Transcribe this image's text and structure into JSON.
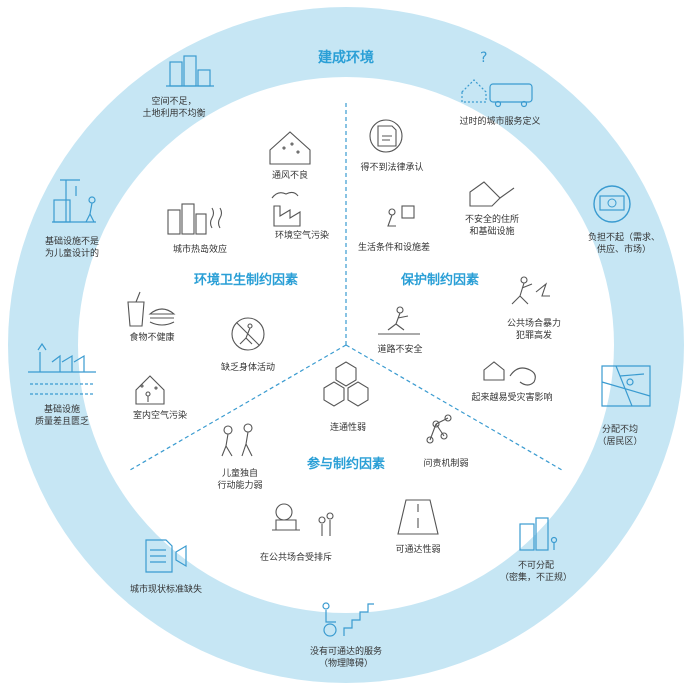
{
  "title": "建成环境",
  "sections": {
    "environment": "环境卫生制约因素",
    "protection": "保护制约因素",
    "participation": "参与制约因素"
  },
  "outer": {
    "space": [
      "空间不足，",
      "土地利用不均衡"
    ],
    "outdated": "过时的城市服务定义",
    "design": [
      "基础设施不是",
      "为儿童设计的"
    ],
    "afford": [
      "负担不起（需求、",
      "供应、市场）"
    ],
    "quality": [
      "基础设施",
      "质量差且匮乏"
    ],
    "unequal": [
      "分配不均",
      "（居民区）"
    ],
    "standards": "城市现状标准缺失",
    "indivisible": [
      "不可分配",
      "（密集，不正规）"
    ],
    "access": [
      "没有可通达的服务",
      "（物理障碍）"
    ]
  },
  "inner": {
    "ventilation": "通风不良",
    "heat": "城市热岛效应",
    "air": "环境空气污染",
    "food": "食物不健康",
    "activity": "缺乏身体活动",
    "indoor": "室内空气污染",
    "law": "得不到法律承认",
    "living": "生活条件和设施差",
    "housing": [
      "不安全的住所",
      "和基础设施"
    ],
    "violence": [
      "公共场合暴力",
      "犯罪高发"
    ],
    "road": "道路不安全",
    "disaster": "起来越易受灾害影响",
    "connect": "连通性弱",
    "accountability": "问责机制弱",
    "mobility": [
      "儿童独自",
      "行动能力弱"
    ],
    "exclusion": "在公共场合受排斥",
    "reach": "可通达性弱"
  },
  "colors": {
    "ring": "#c6e6f4",
    "accent": "#2a9fd6",
    "divider": "#3a9bd0"
  }
}
